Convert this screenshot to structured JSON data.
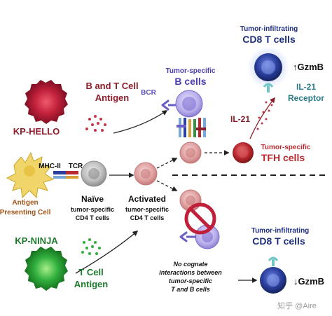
{
  "labels": {
    "kp_hello": "KP-HELLO",
    "b_t_antigen_line1": "B and T Cell",
    "b_t_antigen_line2": "Antigen",
    "bcr": "BCR",
    "tumor_specific_b_line1": "Tumor-specific",
    "tumor_specific_b_line2": "B cells",
    "til_top_line1": "Tumor-infiltrating",
    "til_top_line2": "CD8 T cells",
    "gzmb_up": "↑GzmB",
    "il21_receptor_line1": "IL-21",
    "il21_receptor_line2": "Receptor",
    "il21": "IL-21",
    "tfh_line1": "Tumor-specific",
    "tfh_line2": "TFH cells",
    "mhc_ii": "MHC-II",
    "tcr": "TCR",
    "apc_line1": "Antigen",
    "apc_line2": "Presenting Cell",
    "naive_title": "Naïve",
    "naive_line2": "tumor-specific",
    "naive_line3": "CD4 T cells",
    "activated_title": "Activated",
    "activated_line2": "tumor-specific",
    "activated_line3": "CD4 T cells",
    "kp_ninja": "KP-NINJA",
    "t_antigen_line1": "T Cell",
    "t_antigen_line2": "Antigen",
    "no_cognate_line1": "No cognate",
    "no_cognate_line2": "interactions between",
    "no_cognate_line3": "tumor-specific",
    "no_cognate_line4": "T and B cells",
    "til_bottom_line1": "Tumor-infiltrating",
    "til_bottom_line2": "CD8 T cells",
    "gzmb_down": "↓GzmB",
    "watermark": "知乎 @Aire"
  },
  "colors": {
    "tumor_red": "#c0203a",
    "tumor_green": "#2fae3c",
    "b_cell_purple": "#9a8ed8",
    "cd8_blue": "#2a3f9e",
    "tfh_red": "#b8282e",
    "naive_gray": "#9e9e9e",
    "activated_pink": "#e0a0a0",
    "apc_yellow": "#e8c446",
    "label_red": "#8c1d2a",
    "label_green": "#1e7a2c",
    "label_navy": "#1f2f80"
  }
}
